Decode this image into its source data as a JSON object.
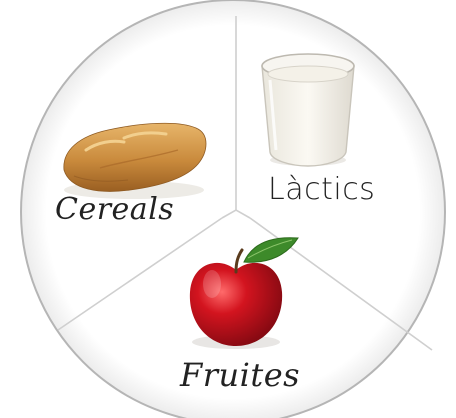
{
  "diagram": {
    "sections": [
      {
        "id": "cereals",
        "label": "Cereals",
        "image": "bread-icon"
      },
      {
        "id": "lactics",
        "label": "Làctics",
        "image": "milk-glass-icon"
      },
      {
        "id": "fruites",
        "label": "Fruites",
        "image": "apple-icon"
      }
    ]
  },
  "colors": {
    "circle_outline": "#b5b5b5",
    "divider": "#cfcfcf",
    "bread": "#c98a3c",
    "milk": "#f6f3ea",
    "apple": "#c0121b",
    "leaf": "#3d8a2a"
  }
}
